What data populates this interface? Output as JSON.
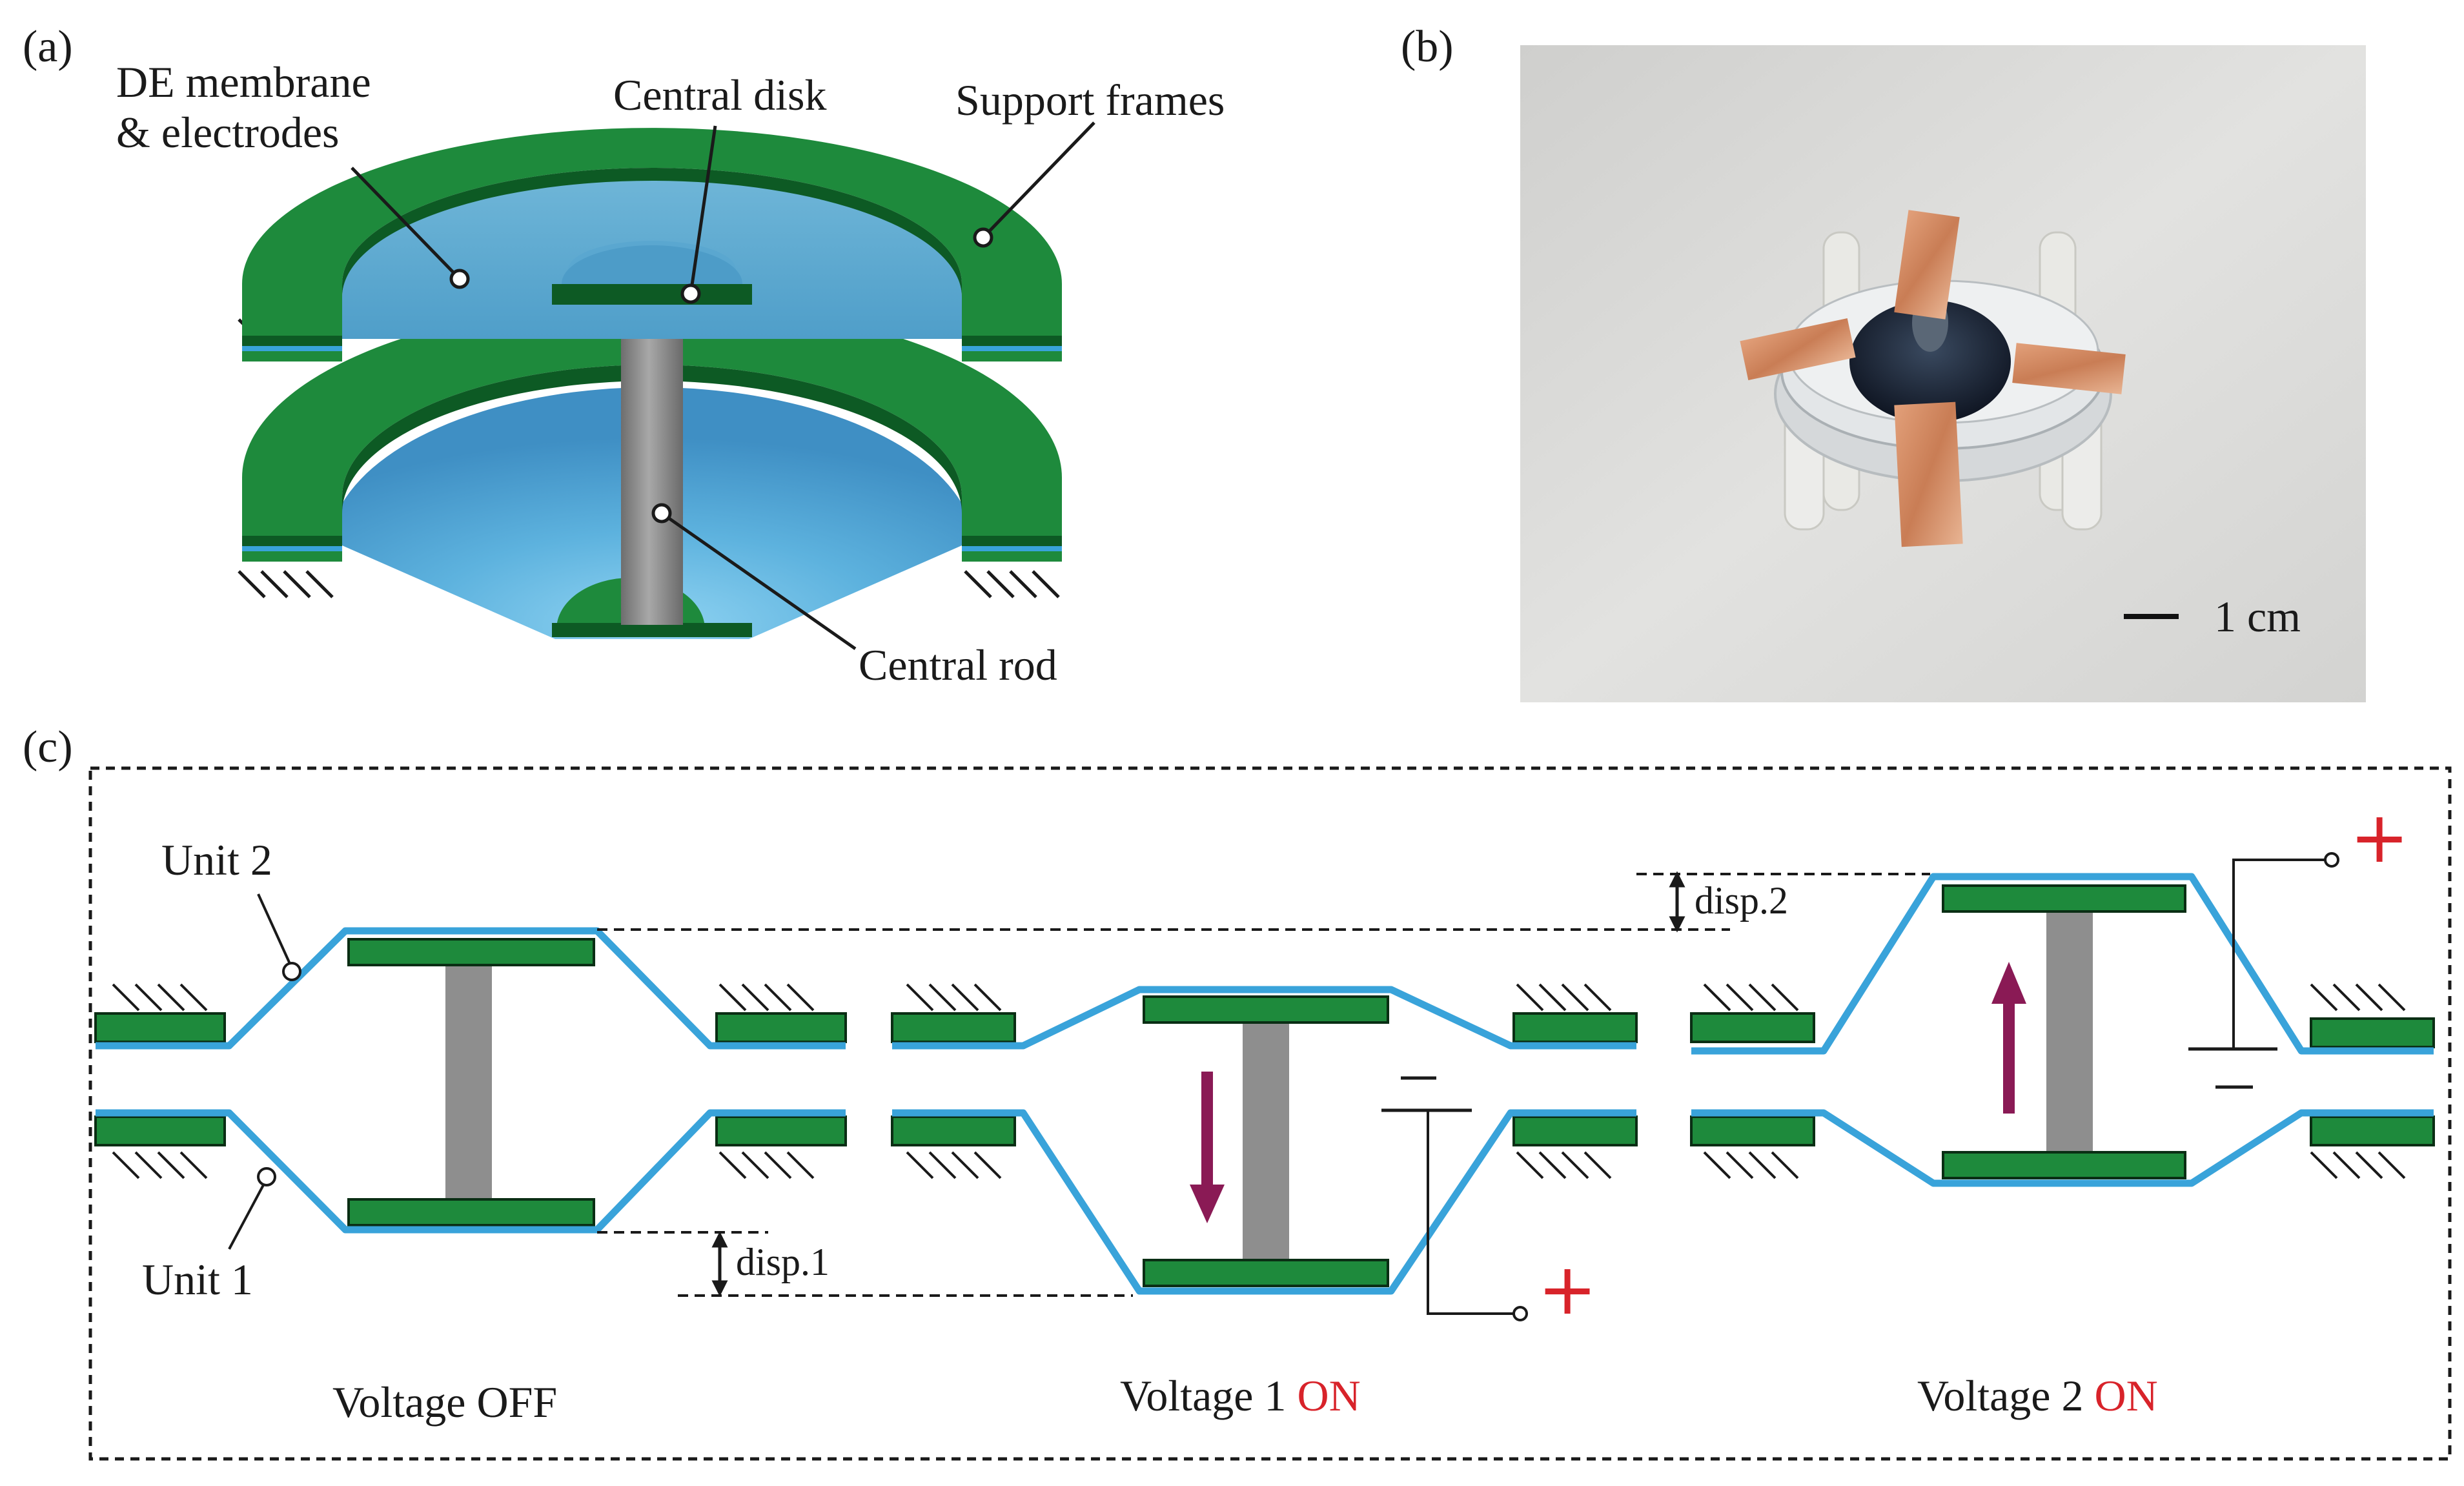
{
  "panels": {
    "a": "(a)",
    "b": "(b)",
    "c": "(c)"
  },
  "panel_a": {
    "membrane_label_line1": "DE membrane",
    "membrane_label_line2": "& electrodes",
    "disk_label": "Central disk",
    "frames_label": "Support frames",
    "rod_label": "Central rod"
  },
  "panel_b": {
    "scale_label": "1 cm"
  },
  "panel_c": {
    "unit2_label": "Unit 2",
    "unit1_label": "Unit 1",
    "disp1_label": "disp.1",
    "disp2_label": "disp.2",
    "state_off_label": "Voltage OFF",
    "state_v1_prefix": "Voltage 1 ",
    "state_v1_on": "ON",
    "state_v2_prefix": "Voltage 2 ",
    "state_v2_on": "ON",
    "plus_sign": "+",
    "minus_sign": "−"
  },
  "colors": {
    "frame_green": "#1e8a3c",
    "frame_dark": "#0d5a24",
    "membrane_blue": "#39a3da",
    "rod_gray": "#8e8e8e",
    "arrow_purple": "#8a1a55",
    "sign_red": "#d8232a"
  }
}
